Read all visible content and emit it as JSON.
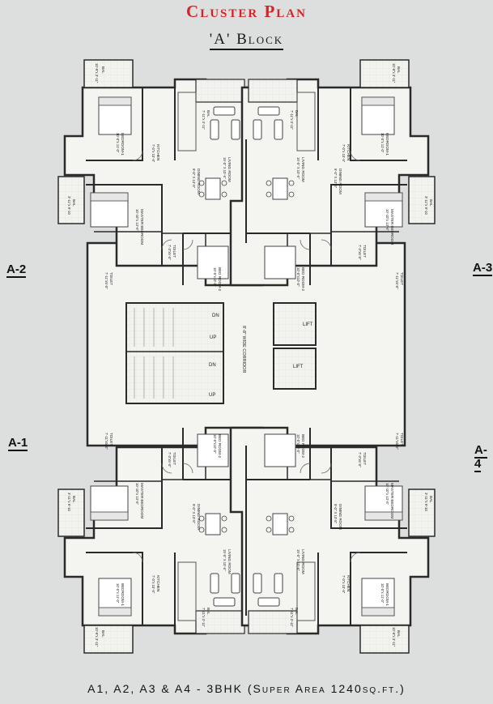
{
  "title": "Cluster Plan",
  "subtitle": "'A' Block",
  "footer": "A1, A2, A3 & A4 - 3BHK (Super Area 1240sq.ft.)",
  "block_labels": {
    "a1": "A-1",
    "a2": "A-2",
    "a3": "A-3",
    "a4": "A-4"
  },
  "core": {
    "corridor": "8'-8\" WIDE CORRIDOR",
    "lift": "LIFT",
    "dn": "DN",
    "up": "UP"
  },
  "rooms": {
    "bal_main": "BAL",
    "bal_main_size": "10'-9\"x 3'-11\"",
    "bedroom1": "BEDROOM-1",
    "bedroom1_size": "10'-0\"x 11'-0\"",
    "kitchen": "KITCHEN",
    "kitchen_size": "7'-0\"x 10'-6\"",
    "bal_kitchen": "BAL",
    "bal_kitchen_size": "7'-11\"x 3'-11\"",
    "living": "LIVING ROOM",
    "living_size": "15'-0\" X 10'-6\"",
    "dining": "DINING ROOM",
    "dining_size": "9'-0\" X 13'-5\"",
    "bal_side": "BAL",
    "bal_side_size": "3'-11\"x 9'-10",
    "master": "MASTER BEDROOM",
    "master_size": "10'-10\"x 13'-6\"",
    "toilet_master": "TOILET",
    "toilet_master_size": "7'-11\"x5'-0\"",
    "toilet_common": "TOILET",
    "toilet_common_size": "7'-3\"x5'-0\"",
    "bed2": "BED ROOM-2",
    "bed2_size": "10'-0\"x10'-0\""
  },
  "colors": {
    "title": "#d92128",
    "wall": "#2a2a2a",
    "floor": "#f4f4f1",
    "background": "#dcdfde"
  }
}
